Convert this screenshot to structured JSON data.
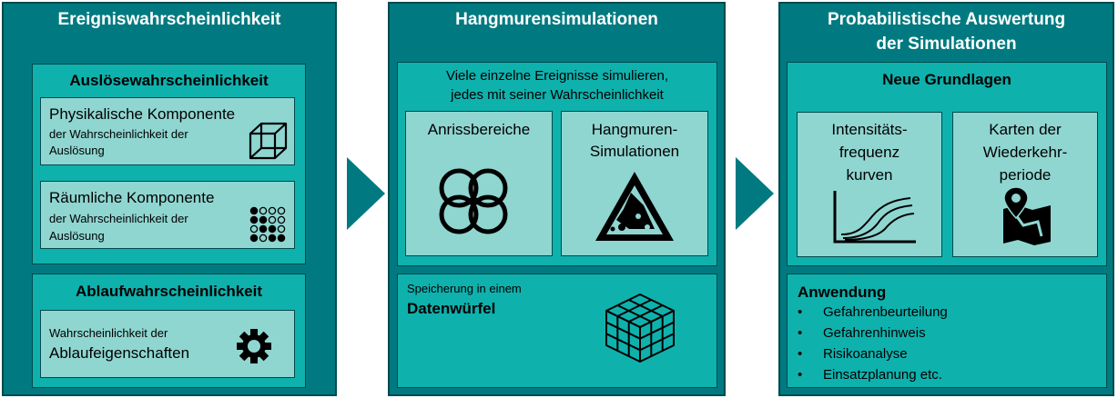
{
  "colors": {
    "panel": "#007a80",
    "mid": "#0fb1ad",
    "light": "#8fd6d1",
    "border": "#004a4e"
  },
  "col1": {
    "title": "Ereigniswahrscheinlichkeit",
    "trigger": {
      "title": "Auslösewahrscheinlichkeit",
      "physical": {
        "title": "Physikalische Komponente",
        "sub1": "der Wahrscheinlichkeit der",
        "sub2": "Auslösung",
        "icon": "cube-wireframe-icon"
      },
      "spatial": {
        "title": "Räumliche Komponente",
        "sub1": "der Wahrscheinlichkeit der",
        "sub2": "Auslösung",
        "icon": "dot-grid-icon"
      }
    },
    "runout": {
      "title": "Ablaufwahrscheinlichkeit",
      "line1": "Wahrscheinlichkeit der",
      "line2": "Ablaufeigenschaften",
      "icon": "gear-icon"
    }
  },
  "col2": {
    "title": "Hangmurensimulationen",
    "intro1": "Viele einzelne Ereignisse simulieren,",
    "intro2": "jedes mit seiner Wahrscheinlichkeit",
    "release": {
      "title": "Anrissbereiche",
      "icon": "overlapping-circles-icon"
    },
    "sim": {
      "title1": "Hangmuren-",
      "title2": "Simulationen",
      "icon": "landslide-warning-icon"
    },
    "storage": {
      "line1": "Speicherung in einem",
      "line2": "Datenwürfel",
      "icon": "data-cube-icon"
    }
  },
  "col3": {
    "title1": "Probabilistische Auswertung",
    "title2": "der Simulationen",
    "basics": {
      "title": "Neue Grundlagen",
      "intensity": {
        "l1": "Intensitäts-",
        "l2": "frequenz",
        "l3": "kurven",
        "icon": "curve-chart-icon"
      },
      "maps": {
        "l1": "Karten der",
        "l2": "Wiederkehr-",
        "l3": "periode",
        "icon": "map-pin-icon"
      }
    },
    "application": {
      "title": "Anwendung",
      "items": [
        "Gefahrenbeurteilung",
        "Gefahrenhinweis",
        "Risikoanalyse",
        "Einsatzplanung etc."
      ]
    }
  }
}
